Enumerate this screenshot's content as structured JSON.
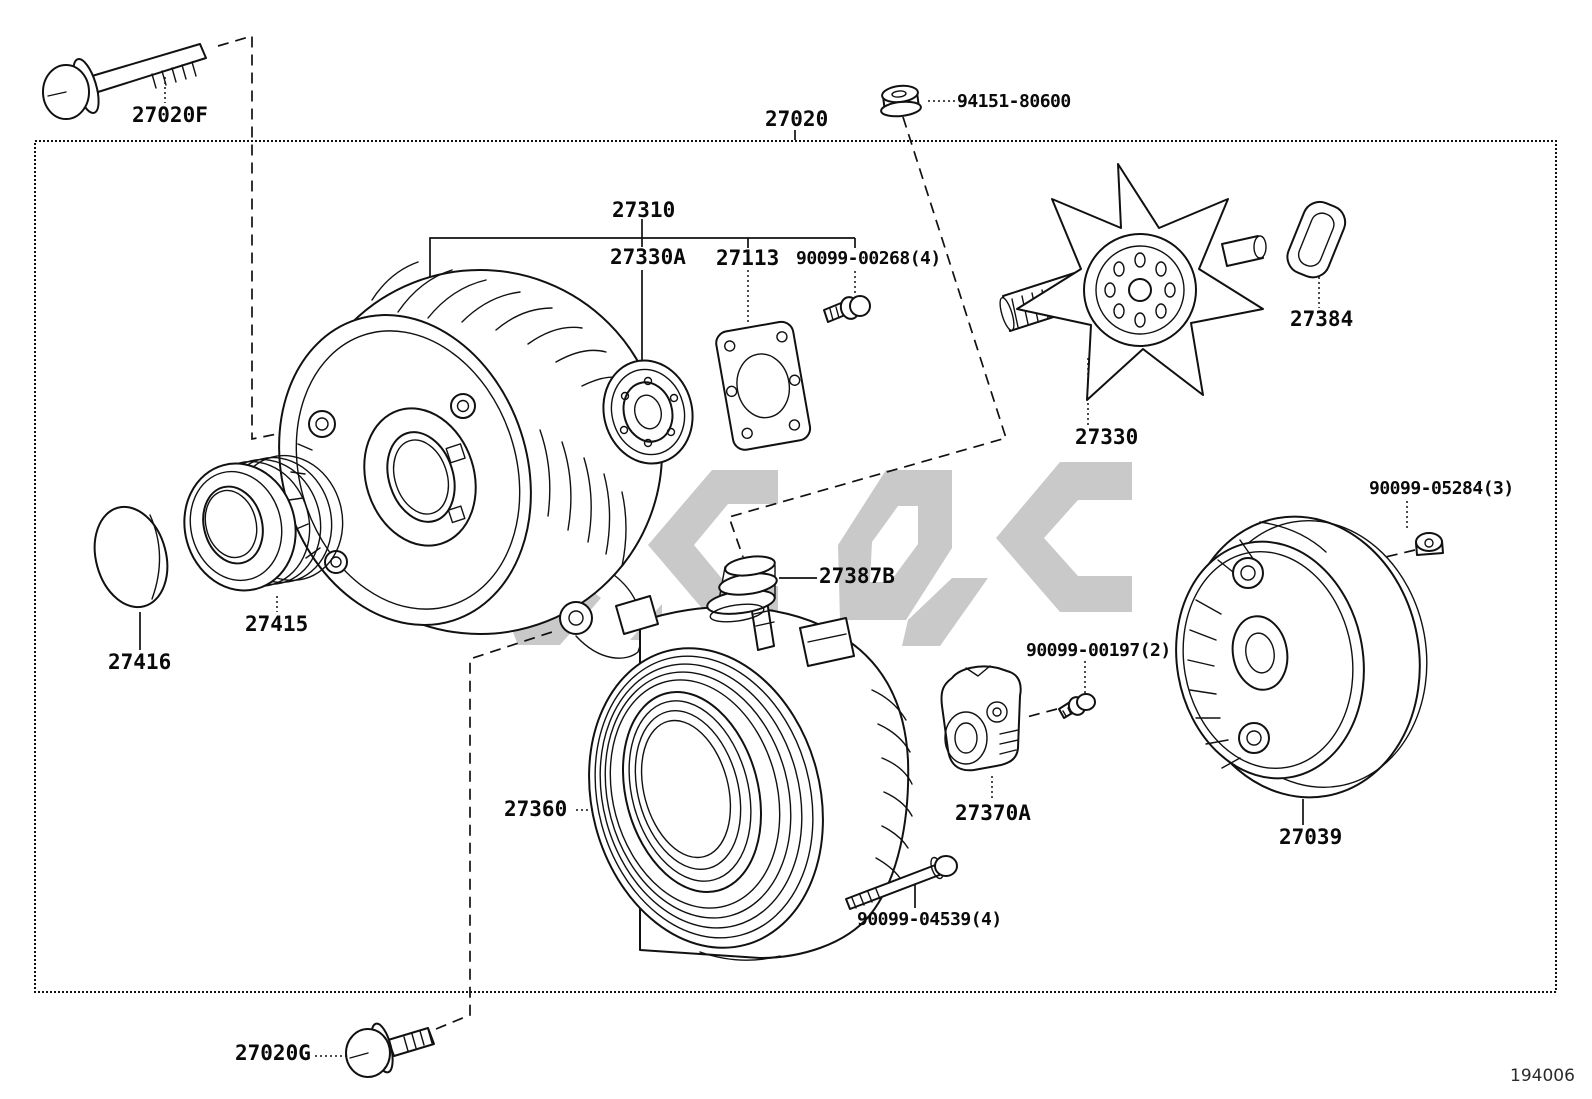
{
  "page": {
    "background_color": "#ffffff",
    "line_color": "#111111",
    "watermark_color": "#c9c9c9",
    "drawing_number": "194006"
  },
  "parts": {
    "p27020F": {
      "label": "27020F"
    },
    "p27020": {
      "label": "27020"
    },
    "p94151_80600": {
      "label": "94151-80600"
    },
    "p27310": {
      "label": "27310"
    },
    "p27330A": {
      "label": "27330A"
    },
    "p27113": {
      "label": "27113"
    },
    "p90099_00268": {
      "label": "90099-00268(4)"
    },
    "p27384": {
      "label": "27384"
    },
    "p27330": {
      "label": "27330"
    },
    "p90099_05284": {
      "label": "90099-05284(3)"
    },
    "p27387B": {
      "label": "27387B"
    },
    "p27415": {
      "label": "27415"
    },
    "p27416": {
      "label": "27416"
    },
    "p90099_00197": {
      "label": "90099-00197(2)"
    },
    "p27360": {
      "label": "27360"
    },
    "p27370A": {
      "label": "27370A"
    },
    "p27039": {
      "label": "27039"
    },
    "p90099_04539": {
      "label": "90099-04539(4)"
    },
    "p27020G": {
      "label": "27020G"
    }
  }
}
